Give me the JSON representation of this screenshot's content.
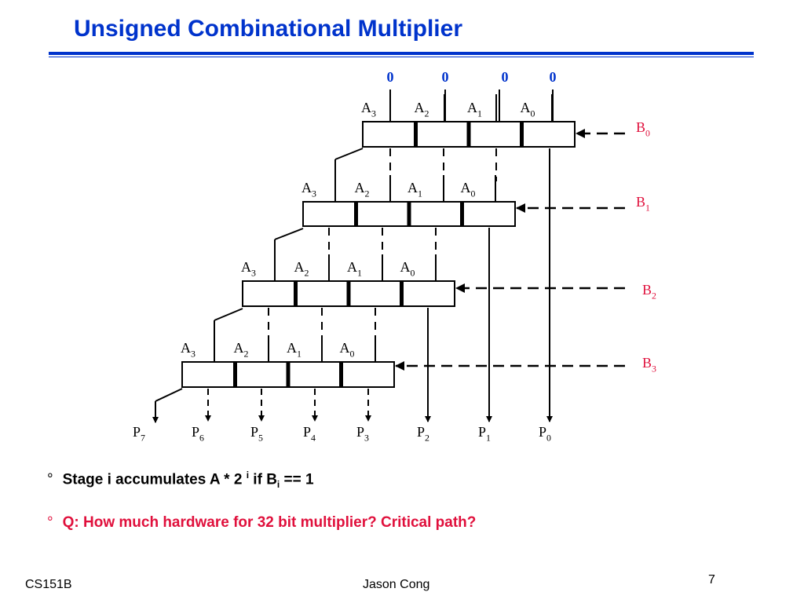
{
  "title": "Unsigned Combinational Multiplier",
  "diagram": {
    "top_inputs": [
      "0",
      "0",
      "0",
      "0"
    ],
    "stage_input_labels": [
      "A",
      "A",
      "A",
      "A"
    ],
    "stage_input_subscripts": [
      "3",
      "2",
      "1",
      "0"
    ],
    "multiplier_bits": [
      {
        "base": "B",
        "sub": "0"
      },
      {
        "base": "B",
        "sub": "1"
      },
      {
        "base": "B",
        "sub": "2"
      },
      {
        "base": "B",
        "sub": "3"
      }
    ],
    "product_outputs": [
      {
        "base": "P",
        "sub": "7"
      },
      {
        "base": "P",
        "sub": "6"
      },
      {
        "base": "P",
        "sub": "5"
      },
      {
        "base": "P",
        "sub": "4"
      },
      {
        "base": "P",
        "sub": "3"
      },
      {
        "base": "P",
        "sub": "2"
      },
      {
        "base": "P",
        "sub": "1"
      },
      {
        "base": "P",
        "sub": "0"
      }
    ],
    "colors": {
      "top_inputs": "#0033cc",
      "multiplier_bits": "#e0103c",
      "lines": "#000000"
    }
  },
  "bullets": {
    "b1": {
      "marker": "°",
      "text1": "Stage i  accumulates  A * 2 ",
      "sup": "i",
      "text2": " if B",
      "sub": "i",
      "text3": " == 1"
    },
    "b2": {
      "marker": "°",
      "text": "Q: How much hardware for 32 bit multiplier? Critical path?"
    }
  },
  "footer": {
    "left": "CS151B",
    "center": "Jason Cong",
    "page": "7"
  }
}
